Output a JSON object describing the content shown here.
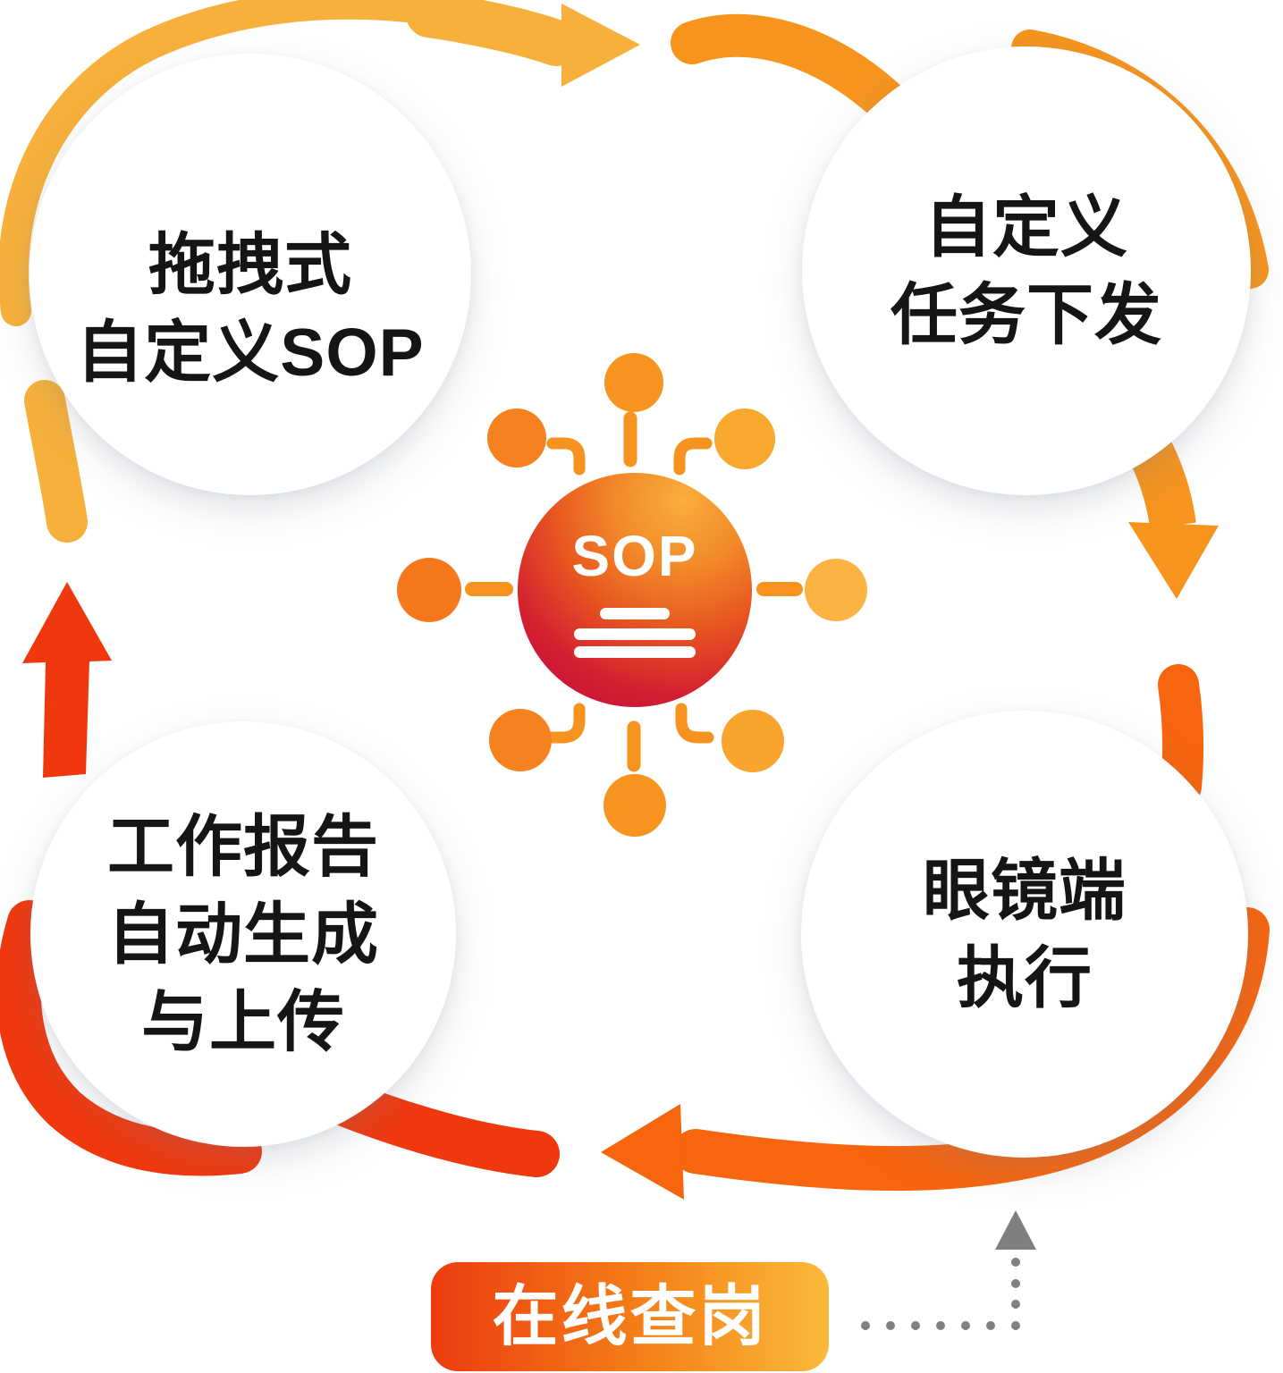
{
  "hub": {
    "label": "SOP"
  },
  "circles": [
    {
      "id": "drag-custom-sop",
      "lines": [
        "拖拽式",
        "自定义SOP"
      ]
    },
    {
      "id": "custom-task-dispatch",
      "lines": [
        "自定义",
        "任务下发"
      ]
    },
    {
      "id": "work-report-auto",
      "lines": [
        "工作报告",
        "自动生成",
        "与上传"
      ]
    },
    {
      "id": "glasses-execution",
      "lines": [
        "眼镜端",
        "执行"
      ]
    }
  ],
  "badge": {
    "label": "在线查岗"
  },
  "colors": {
    "arc_yellow": "#F7B03B",
    "arc_orange": "#F7941E",
    "arc_orange_red": "#F7650F",
    "arc_red": "#F0380F",
    "connector_orange": "#F6921E",
    "dot_top": "#F7941F",
    "dot_top_left": "#F5821F",
    "dot_top_right": "#F9A82E",
    "dot_left": "#F5791C",
    "dot_right": "#FBB343",
    "dot_bottom_left": "#F5821F",
    "dot_bottom_right": "#F9A42C",
    "dot_bottom": "#F7941F",
    "tracker_gray": "#7F7F7F",
    "hub_gradient": [
      "#F9AE3B",
      "#F28A2A",
      "#E85820",
      "#D41E31",
      "#BB0C43"
    ],
    "badge_gradient": [
      "#EC3B0F",
      "#F58218",
      "#FBBA3A"
    ]
  }
}
